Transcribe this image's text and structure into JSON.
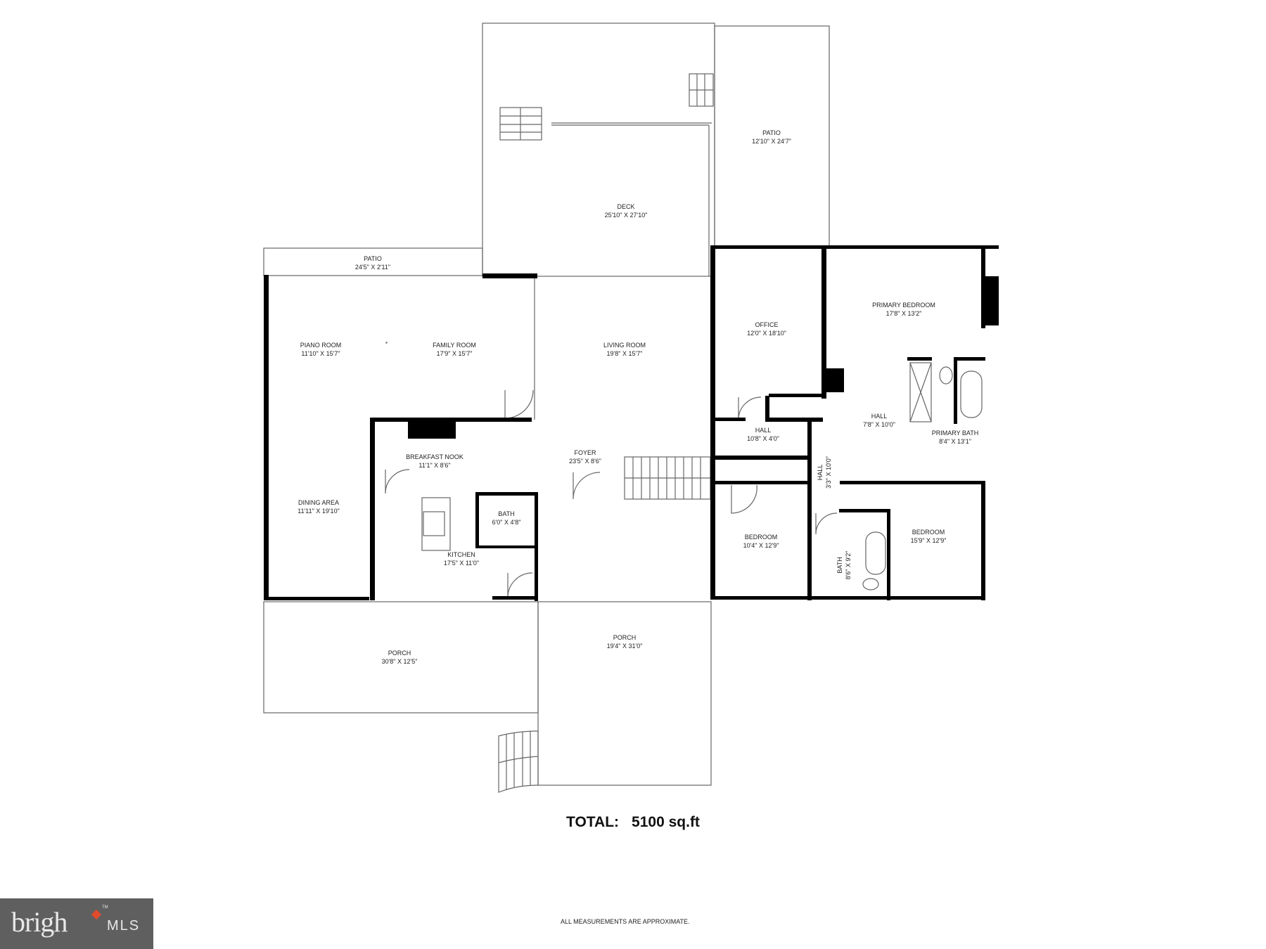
{
  "floorplan": {
    "rooms": [
      {
        "id": "deck",
        "name": "DECK",
        "dims": "25'10\" X 27'10\""
      },
      {
        "id": "patio-east",
        "name": "PATIO",
        "dims": "12'10\" X 24'7\""
      },
      {
        "id": "patio-north",
        "name": "PATIO",
        "dims": "24'5\" X 2'11\""
      },
      {
        "id": "piano-room",
        "name": "PIANO ROOM",
        "dims": "11'10\" X 15'7\""
      },
      {
        "id": "family-room",
        "name": "FAMILY ROOM",
        "dims": "17'9\" X 15'7\""
      },
      {
        "id": "living-room",
        "name": "LIVING ROOM",
        "dims": "19'8\" X 15'7\""
      },
      {
        "id": "office",
        "name": "OFFICE",
        "dims": "12'0\" X 18'10\""
      },
      {
        "id": "primary-bedroom",
        "name": "PRIMARY BEDROOM",
        "dims": "17'8\" X 13'2\""
      },
      {
        "id": "hall-primary",
        "name": "HALL",
        "dims": "7'8\" X 10'0\""
      },
      {
        "id": "primary-bath",
        "name": "PRIMARY BATH",
        "dims": "8'4\" X 13'1\""
      },
      {
        "id": "hall-entry",
        "name": "HALL",
        "dims": "10'8\" X 4'0\""
      },
      {
        "id": "hall-narrow",
        "name": "HALL",
        "dims": "3'3\" X 10'0\""
      },
      {
        "id": "breakfast-nook",
        "name": "BREAKFAST NOOK",
        "dims": "11'1\" X 8'6\""
      },
      {
        "id": "foyer",
        "name": "FOYER",
        "dims": "23'5\" X 8'6\""
      },
      {
        "id": "dining-area",
        "name": "DINING AREA",
        "dims": "11'11\" X 19'10\""
      },
      {
        "id": "half-bath",
        "name": "BATH",
        "dims": "6'0\" X 4'8\""
      },
      {
        "id": "kitchen",
        "name": "KITCHEN",
        "dims": "17'5\" X 11'0\""
      },
      {
        "id": "bedroom-2",
        "name": "BEDROOM",
        "dims": "10'4\" X 12'9\""
      },
      {
        "id": "bath-2",
        "name": "BATH",
        "dims": "8'6\" X 9'2\""
      },
      {
        "id": "bedroom-3",
        "name": "BEDROOM",
        "dims": "15'9\" X 12'9\""
      },
      {
        "id": "porch-west",
        "name": "PORCH",
        "dims": "30'8\" X 12'5\""
      },
      {
        "id": "porch-south",
        "name": "PORCH",
        "dims": "19'4\" X 31'0\""
      }
    ],
    "total_label": "TOTAL:",
    "total_value": "5100 sq.ft",
    "disclaimer": "ALL MEASUREMENTS ARE APPROXIMATE."
  },
  "logo": {
    "word": "brigh",
    "mls": "MLS",
    "tm": "TM",
    "accent": "#e24a2c",
    "bg": "#5f5f5f"
  },
  "colors": {
    "wall": "#000000",
    "line": "#555555",
    "background": "#ffffff"
  }
}
